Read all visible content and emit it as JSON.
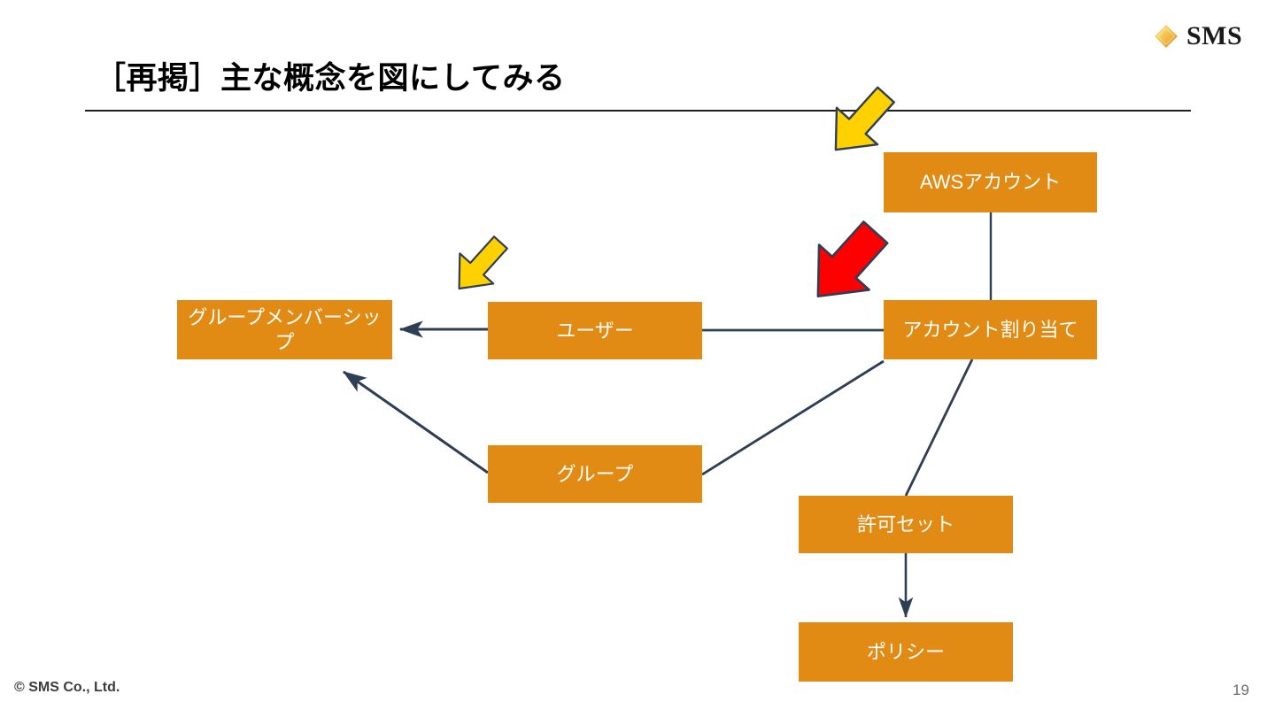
{
  "slide": {
    "title": "［再掲］主な概念を図にしてみる",
    "background_color": "#ffffff",
    "rule_color": "#1f1f1f"
  },
  "brand": {
    "logo_text": "SMS",
    "logo_mark_name": "sms-diamond-logo",
    "logo_color_light": "#F6D36B",
    "logo_color_dark": "#E08A20"
  },
  "diagram": {
    "node_fill": "#E18B14",
    "node_text_color": "#ffffff",
    "edge_color": "#2E3E55",
    "nodes": [
      {
        "id": "aws-account",
        "label": "AWSアカウント"
      },
      {
        "id": "account-assignment",
        "label": "アカウント割り当て"
      },
      {
        "id": "group-membership",
        "label": "グループメンバーシップ"
      },
      {
        "id": "user",
        "label": "ユーザー"
      },
      {
        "id": "group",
        "label": "グループ"
      },
      {
        "id": "permission-set",
        "label": "許可セット"
      },
      {
        "id": "policy",
        "label": "ポリシー"
      }
    ],
    "edges": [
      {
        "from": "aws-account",
        "to": "account-assignment",
        "arrow": false
      },
      {
        "from": "account-assignment",
        "to": "user",
        "arrow": false
      },
      {
        "from": "user",
        "to": "group-membership",
        "arrow": true
      },
      {
        "from": "group",
        "to": "group-membership",
        "arrow": true
      },
      {
        "from": "group",
        "to": "account-assignment",
        "arrow": false
      },
      {
        "from": "account-assignment",
        "to": "permission-set",
        "arrow": false
      },
      {
        "from": "permission-set",
        "to": "policy",
        "arrow": true
      }
    ],
    "annotations": [
      {
        "id": "yellow-top",
        "shape": "arrow",
        "color": "#FFD100",
        "outline": "#2E3E55",
        "points_to": "aws-account"
      },
      {
        "id": "yellow-mid",
        "shape": "arrow",
        "color": "#FFD100",
        "outline": "#2E3E55",
        "points_to": "user"
      },
      {
        "id": "red",
        "shape": "arrow",
        "color": "#FF0000",
        "outline": "#2E3E55",
        "points_to": "account-assignment"
      }
    ]
  },
  "footer": {
    "copyright": "© SMS Co., Ltd.",
    "page_number": "19"
  }
}
